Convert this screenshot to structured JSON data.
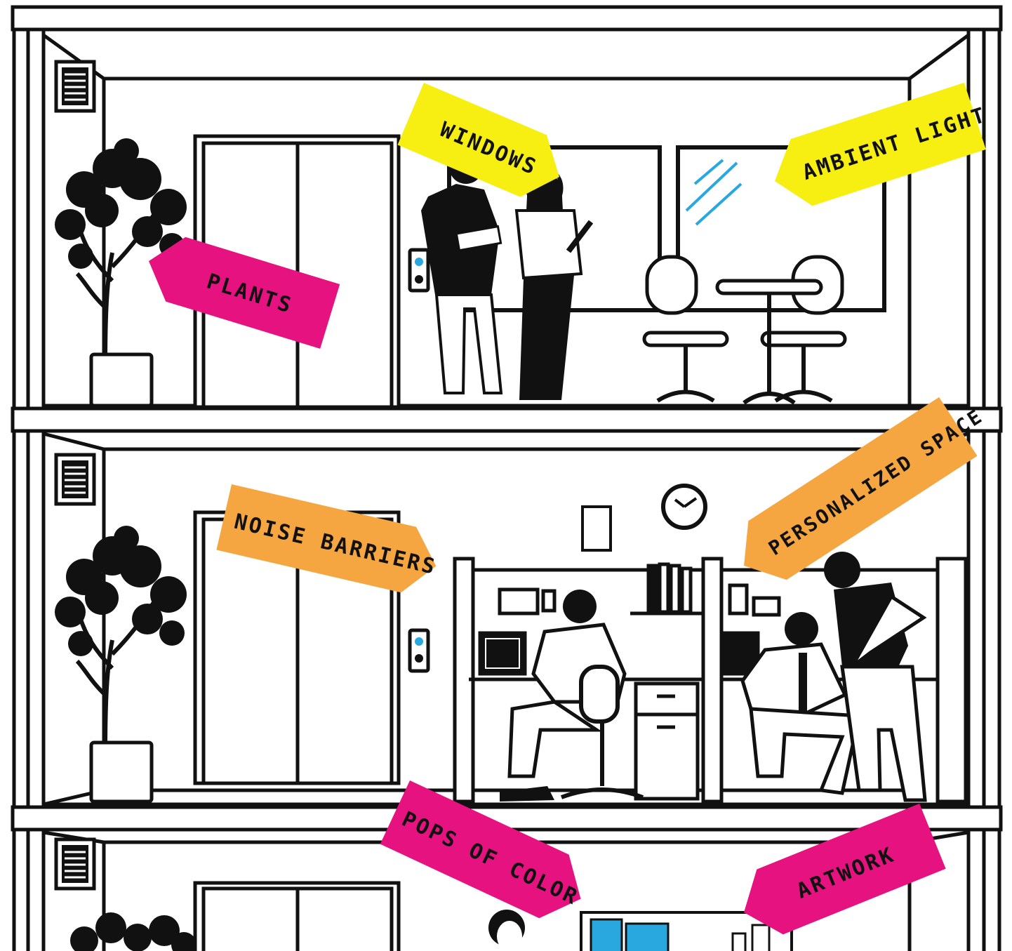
{
  "labels": {
    "windows": "WINDOWS",
    "ambient_light": "AMBIENT LIGHT",
    "plants": "PLANTS",
    "noise_barriers": "NOISE BARRIERS",
    "personalized_space": "PERSONALIZED SPACE",
    "pops_of_color": "POPS OF COLOR",
    "artwork": "ARTWORK"
  },
  "colors": {
    "yellow": "#f7ef12",
    "magenta": "#e6127f",
    "orange": "#f5a641",
    "blue": "#29a8e0",
    "ink": "#111111"
  }
}
